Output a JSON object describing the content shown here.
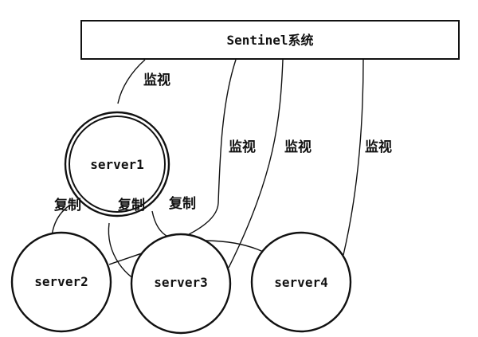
{
  "sentinel": {
    "label": "Sentinel系统"
  },
  "nodes": [
    {
      "id": "server1",
      "label": "server1",
      "role": "master"
    },
    {
      "id": "server2",
      "label": "server2",
      "role": "slave"
    },
    {
      "id": "server3",
      "label": "server3",
      "role": "slave"
    },
    {
      "id": "server4",
      "label": "server4",
      "role": "slave"
    }
  ],
  "edges": {
    "monitor": [
      {
        "from": "Sentinel系统",
        "to": "server1",
        "label": "监视"
      },
      {
        "from": "Sentinel系统",
        "to": "server2",
        "label": "监视"
      },
      {
        "from": "Sentinel系统",
        "to": "server3",
        "label": "监视"
      },
      {
        "from": "Sentinel系统",
        "to": "server4",
        "label": "监视"
      }
    ],
    "replicate": [
      {
        "from": "server1",
        "to": "server2",
        "label": "复制"
      },
      {
        "from": "server1",
        "to": "server3",
        "label": "复制"
      },
      {
        "from": "server1",
        "to": "server4",
        "label": "复制"
      }
    ]
  }
}
